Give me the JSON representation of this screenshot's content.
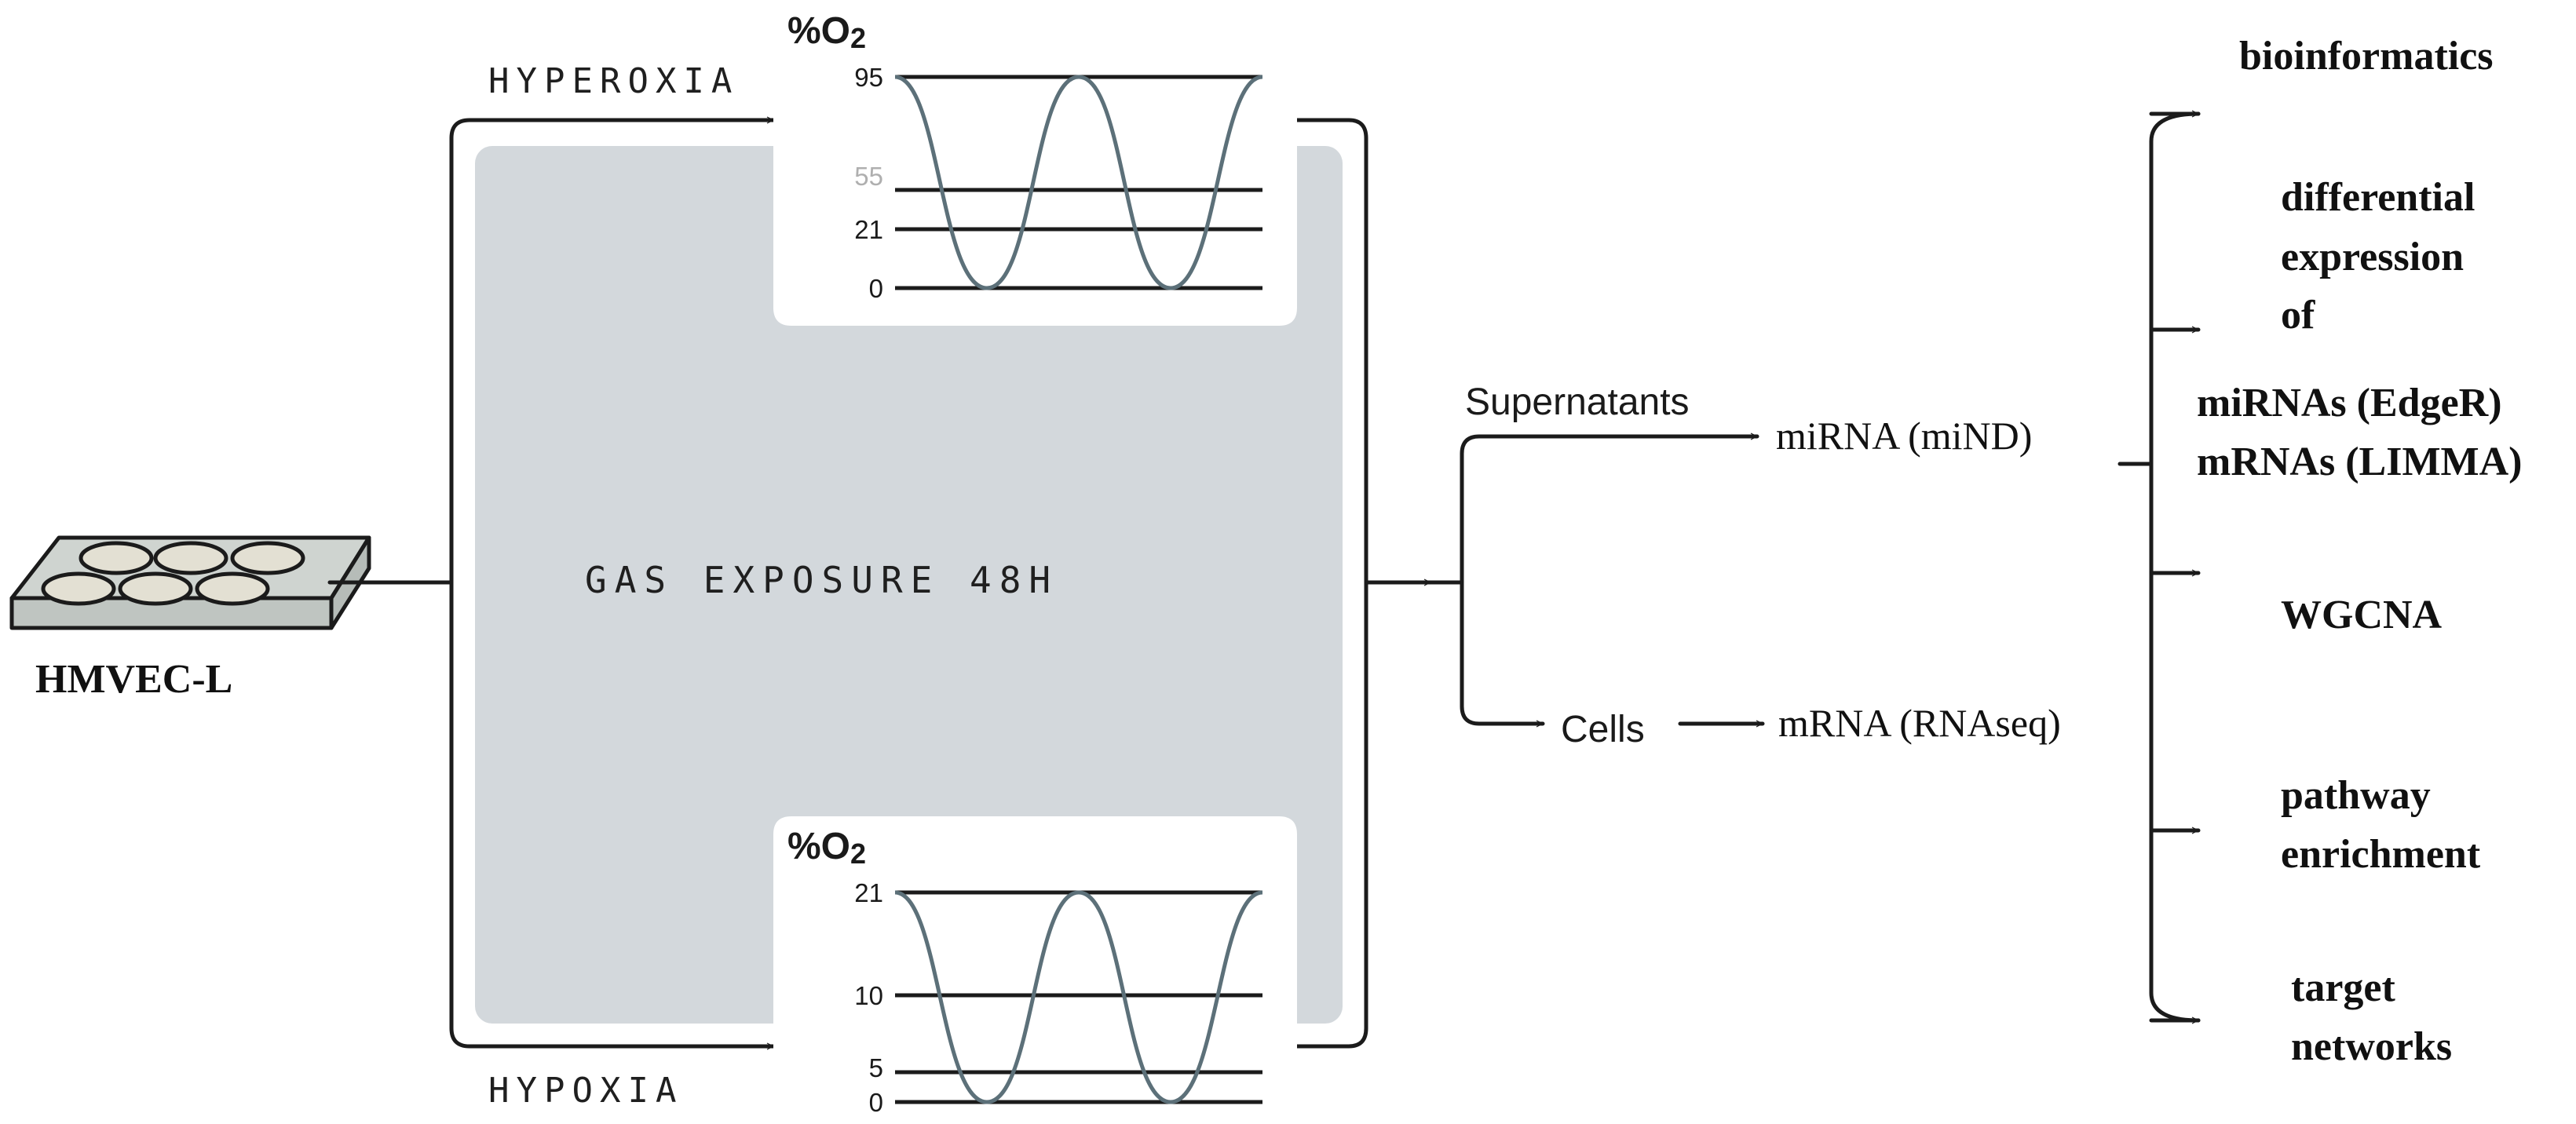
{
  "colors": {
    "chamber": "#d3d8dc",
    "wave": "#5c7079",
    "stroke": "#1b1b1b",
    "plate": "#cfd4d0",
    "well": "#e3e0d3"
  },
  "sample": {
    "label": "HMVEC-L"
  },
  "exposure": {
    "label": "GAS EXPOSURE 48H"
  },
  "hyperoxia": {
    "label": "HYPEROXIA",
    "unit": "%O2",
    "ticks": [
      {
        "label": "95",
        "value": 95
      },
      {
        "label": "55",
        "value": 55
      },
      {
        "label": "21",
        "value": 21
      },
      {
        "label": "0",
        "value": 0
      }
    ]
  },
  "hypoxia": {
    "label": "HYPOXIA",
    "unit": "%O2",
    "ticks": [
      {
        "label": "21",
        "value": 21
      },
      {
        "label": "10",
        "value": 10
      },
      {
        "label": "5",
        "value": 5
      },
      {
        "label": "0",
        "value": 0
      }
    ]
  },
  "fractions": {
    "supernatants": "Supernatants",
    "cells": "Cells"
  },
  "assays": {
    "mirna": "miRNA (miND)",
    "mrna": "mRNA (RNAseq)"
  },
  "analyses": {
    "bioinformatics": "bioinformatics",
    "de_line1": "differential",
    "de_line2": "expression",
    "de_line3": "of",
    "de_line4": "miRNAs (EdgeR)",
    "de_line5": "mRNAs (LIMMA)",
    "wgcna": "WGCNA",
    "pathway_line1": "pathway",
    "pathway_line2": "enrichment",
    "target_line1": "target",
    "target_line2": "networks"
  }
}
